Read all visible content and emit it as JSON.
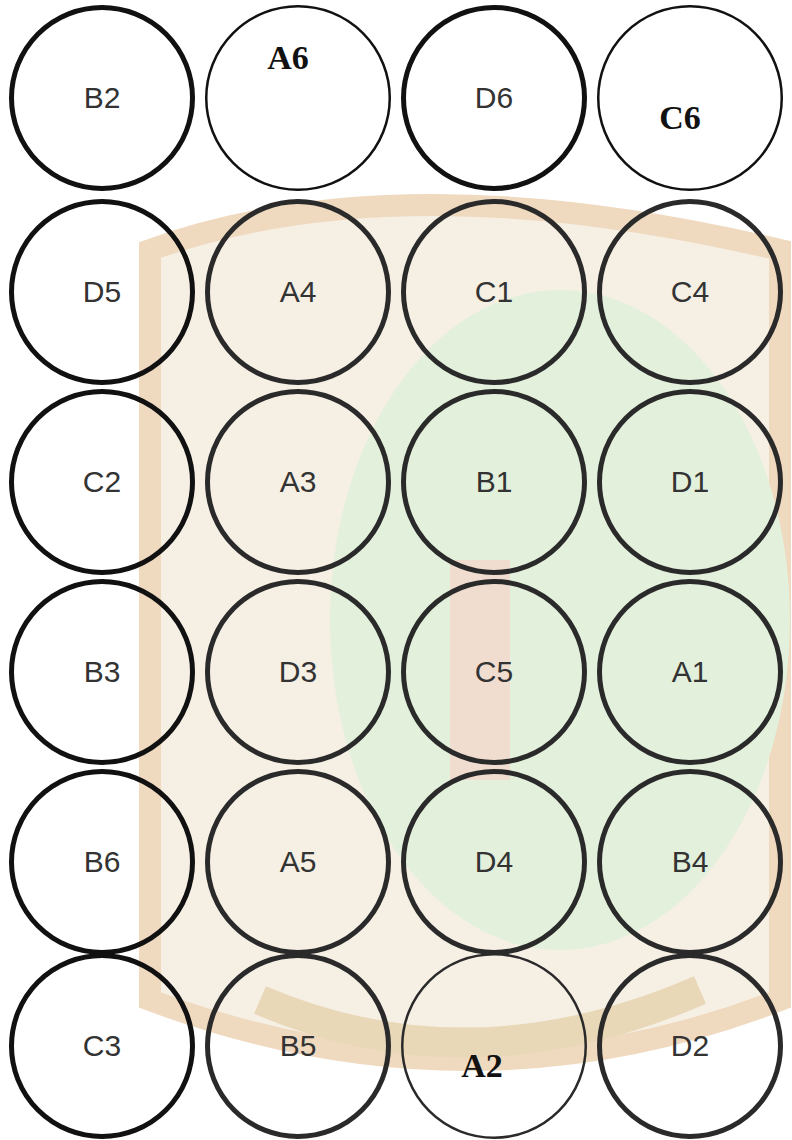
{
  "diagram": {
    "nodes": [
      {
        "text": [
          "B2"
        ]
      },
      {
        "text": [
          "A6"
        ]
      },
      {
        "text": [
          "D6"
        ]
      },
      {
        "text": [
          "C6"
        ]
      },
      {
        "text": [
          "D5"
        ]
      },
      {
        "text": [
          "A4"
        ]
      },
      {
        "text": [
          "C1"
        ]
      },
      {
        "text": [
          "C4"
        ]
      },
      {
        "text": [
          "C2"
        ]
      },
      {
        "text": [
          "A3"
        ]
      },
      {
        "text": [
          "B1"
        ]
      },
      {
        "text": [
          "D1"
        ]
      },
      {
        "text": [
          "B3"
        ]
      },
      {
        "text": [
          "D3"
        ]
      },
      {
        "text": [
          "C5"
        ]
      },
      {
        "text": [
          "A1"
        ]
      },
      {
        "text": [
          "B6"
        ]
      },
      {
        "text": [
          "A5"
        ]
      },
      {
        "text": [
          "D4"
        ]
      },
      {
        "text": [
          "B4"
        ]
      },
      {
        "text": [
          "C3"
        ]
      },
      {
        "text": [
          "B5"
        ]
      },
      {
        "text": [
          "A2"
        ]
      },
      {
        "text": [
          "D2"
        ]
      }
    ]
  }
}
